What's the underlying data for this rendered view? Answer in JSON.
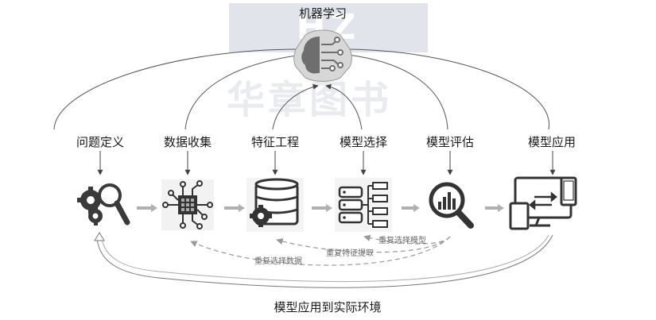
{
  "watermark": {
    "top": "HZ BOOKS",
    "bottom": "华章图书"
  },
  "center": {
    "title": "机器学习",
    "icon": "brain-network-icon"
  },
  "stages": [
    {
      "label": "问题定义",
      "icon": "gears-magnifier-icon"
    },
    {
      "label": "数据收集",
      "icon": "chip-network-icon"
    },
    {
      "label": "特征工程",
      "icon": "database-gear-icon"
    },
    {
      "label": "模型选择",
      "icon": "database-list-icon"
    },
    {
      "label": "模型评估",
      "icon": "chart-magnifier-icon"
    },
    {
      "label": "模型应用",
      "icon": "devices-icon"
    }
  ],
  "loops": {
    "repeat_model": "重复选择模型",
    "repeat_feature": "重复特征提取",
    "repeat_data": "重复选择数据"
  },
  "footer": {
    "deploy": "模型应用到实际环境"
  }
}
